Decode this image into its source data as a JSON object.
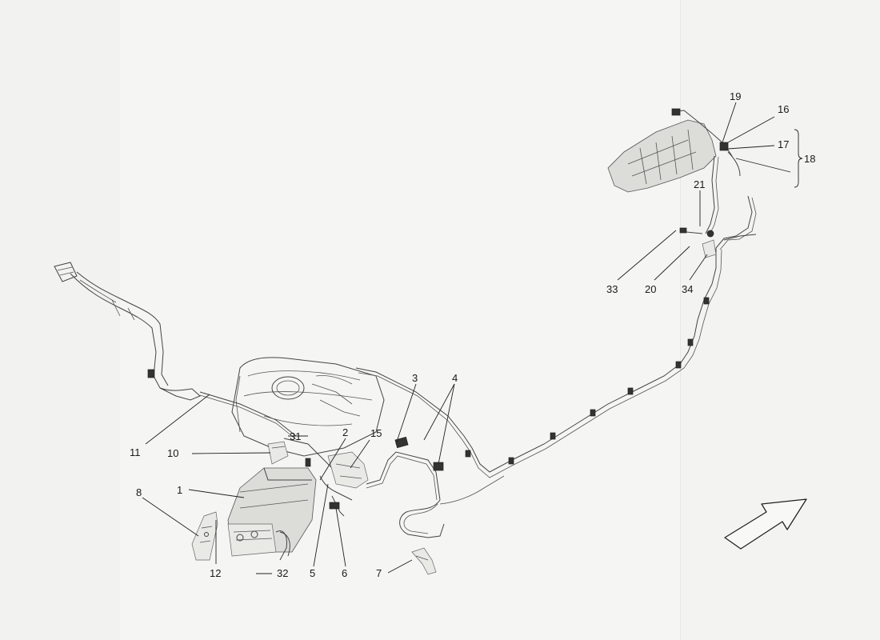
{
  "callouts": [
    "1",
    "2",
    "3",
    "4",
    "5",
    "6",
    "7",
    "8",
    "10",
    "11",
    "12",
    "15",
    "16",
    "17",
    "18",
    "19",
    "20",
    "21",
    "31",
    "32",
    "33",
    "34"
  ],
  "direction_arrow": "arrow-icon"
}
